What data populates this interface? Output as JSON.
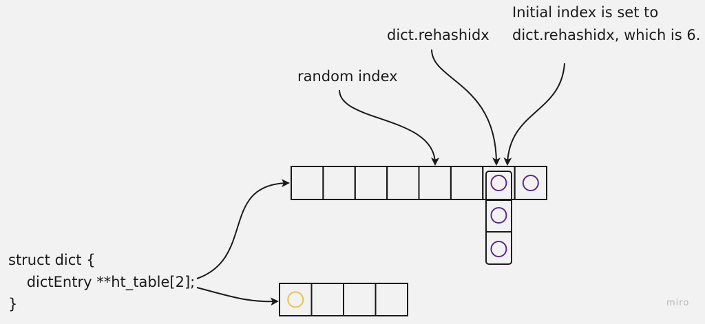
{
  "labels": {
    "random_index": "random index",
    "rehashidx": "dict.rehashidx",
    "note_line1": "Initial index is set to",
    "note_line2": "dict.rehashidx, which is 6."
  },
  "code": {
    "line1": "struct dict {",
    "line2": "    dictEntry **ht_table[2];",
    "line3": "}"
  },
  "table0": {
    "slot_count": 8,
    "occupied": [
      {
        "slot": 6,
        "entries": 3
      },
      {
        "slot": 7,
        "entries": 1
      }
    ],
    "random_index_slot": 4,
    "rehashidx_slot": 6
  },
  "table1": {
    "slot_count": 4,
    "occupied": [
      {
        "slot": 0,
        "entries": 1
      }
    ]
  },
  "colors": {
    "background": "#f2f2f2",
    "stroke": "#1a1a1a",
    "entry_table0": "#5b2a86",
    "entry_table1": "#e8c547"
  },
  "watermark": "miro"
}
